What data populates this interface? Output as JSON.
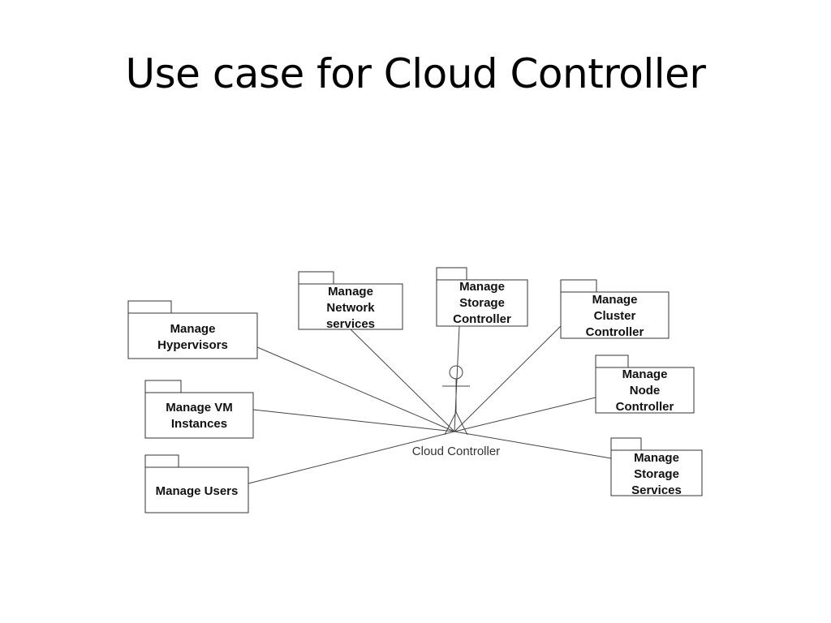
{
  "slide": {
    "title": "Use case for Cloud Controller"
  },
  "actor": {
    "name": "Cloud Controller"
  },
  "packages": [
    {
      "id": "hypervisors",
      "lines": [
        "Manage",
        "Hypervisors"
      ]
    },
    {
      "id": "network",
      "lines": [
        "Manage",
        "Network",
        "services"
      ]
    },
    {
      "id": "storage-controller",
      "lines": [
        "Manage",
        "Storage",
        "Controller"
      ]
    },
    {
      "id": "cluster",
      "lines": [
        "Manage",
        "Cluster",
        "Controller"
      ]
    },
    {
      "id": "vm",
      "lines": [
        "Manage VM",
        "Instances"
      ]
    },
    {
      "id": "node",
      "lines": [
        "Manage",
        "Node",
        "Controller"
      ]
    },
    {
      "id": "users",
      "lines": [
        "Manage Users"
      ]
    },
    {
      "id": "storage-services",
      "lines": [
        "Manage",
        "Storage",
        "Services"
      ]
    }
  ],
  "colors": {
    "stroke": "#333333",
    "text": "#111111",
    "background": "#ffffff"
  }
}
